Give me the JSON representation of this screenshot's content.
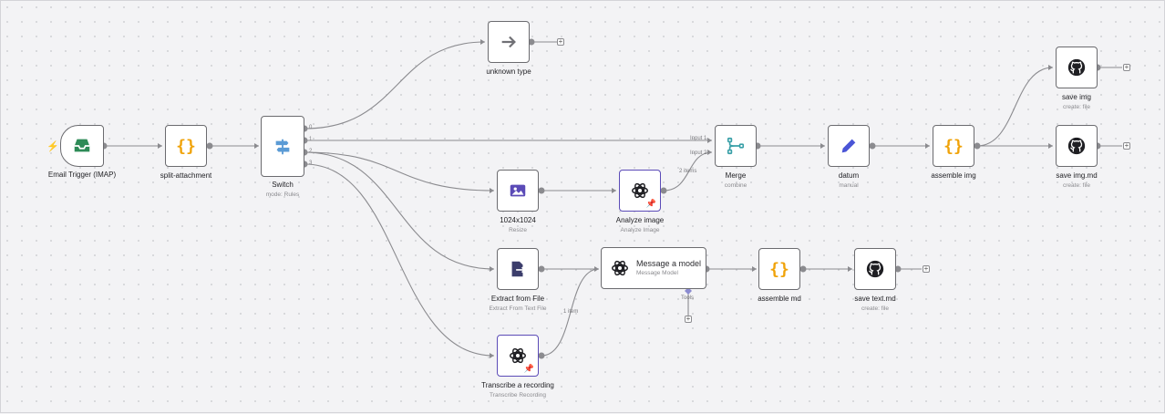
{
  "nodes": {
    "email_trigger": {
      "label": "Email Trigger (IMAP)"
    },
    "split_attachment": {
      "label": "split-attachment"
    },
    "switch": {
      "label": "Switch",
      "sub": "mode: Rules",
      "outputs": [
        "0",
        "1",
        "2",
        "3"
      ]
    },
    "unknown_type": {
      "label": "unknown type"
    },
    "resize": {
      "label": "1024x1024",
      "sub": "Resize"
    },
    "analyze_image": {
      "label": "Analyze image",
      "sub": "Analyze Image"
    },
    "extract_file": {
      "label": "Extract from File",
      "sub": "Extract From Text File"
    },
    "transcribe": {
      "label": "Transcribe a recording",
      "sub": "Transcribe Recording"
    },
    "merge": {
      "label": "Merge",
      "sub": "combine",
      "input1": "Input 1",
      "input2": "Input 2"
    },
    "datum": {
      "label": "datum",
      "sub": "manual"
    },
    "assemble_img": {
      "label": "assemble img"
    },
    "save_img": {
      "label": "save img",
      "sub": "create: file"
    },
    "save_img_md": {
      "label": "save img.md",
      "sub": "create: file"
    },
    "message_model": {
      "label": "Message a model",
      "sub": "Message Model",
      "tools": "Tools"
    },
    "assemble_md": {
      "label": "assemble md"
    },
    "save_text_md": {
      "label": "save text.md",
      "sub": "create: file"
    }
  },
  "edge_labels": {
    "analyze_to_merge": "2 items",
    "transcribe_to_message": "1 item"
  },
  "colors": {
    "code": "#f0a30a",
    "trigger_green": "#2e8b57",
    "switch_blue": "#5b9bd5",
    "purple": "#5b4bb7",
    "merge_teal": "#3aa0a8",
    "pen_blue": "#4a55d6",
    "dark": "#1f1f23"
  }
}
